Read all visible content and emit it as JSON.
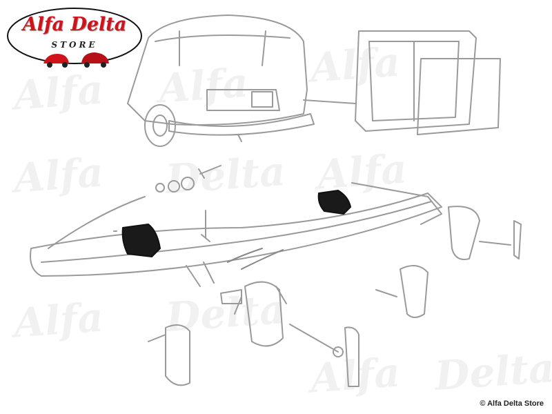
{
  "logo": {
    "title": "Alfa Delta",
    "subtitle": "STORE"
  },
  "watermark": "Alfa Delta",
  "copyright": "© Alfa Delta Store",
  "colors": {
    "logo_red": "#d0121b",
    "line_gray": "#9a9a9a",
    "highlight_part": "#1a1a1a"
  }
}
